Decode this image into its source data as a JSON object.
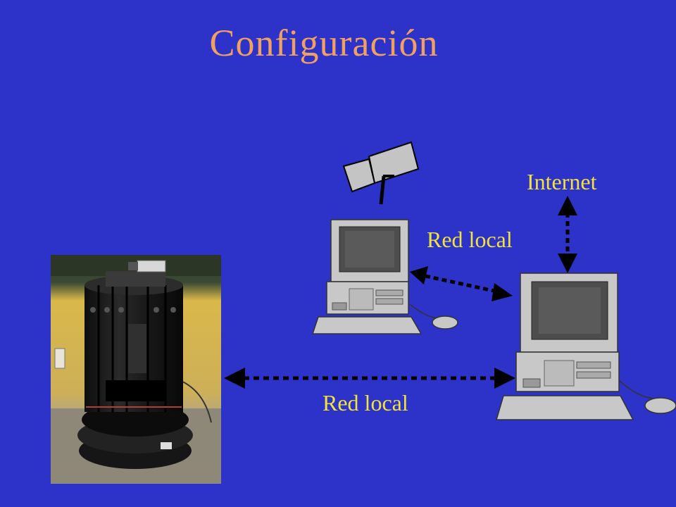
{
  "slide": {
    "title": "Configuración",
    "labels": {
      "internet": "Internet",
      "red_local_top": "Red local",
      "red_local_bottom": "Red local"
    }
  },
  "colors": {
    "background": "#2d32c8",
    "title": "#f0a060",
    "label": "#f2e23c",
    "arrow": "#000000"
  },
  "icons": [
    "camera-icon",
    "computer-icon",
    "mouse-icon",
    "keyboard-icon",
    "robot-photo"
  ]
}
